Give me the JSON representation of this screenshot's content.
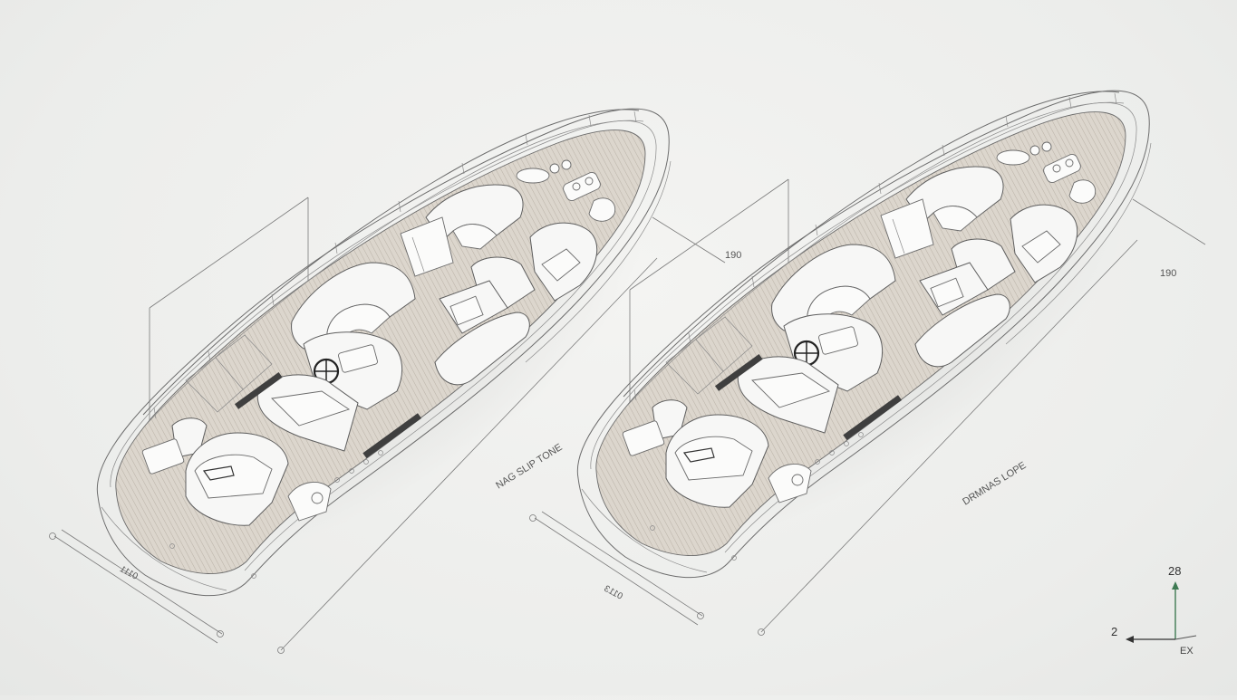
{
  "colors": {
    "background": "#ecedeb",
    "line": "#6d6d6d",
    "deck": "#d9d3ca",
    "axis_up": "#3e7a52"
  },
  "boats": [
    {
      "label": "NAG SLIP TONE",
      "dim_top": "190",
      "dim_bottom": "0111"
    },
    {
      "label": "DRMNAS LOPE",
      "dim_top": "190",
      "dim_bottom": "0113"
    }
  ],
  "axis": {
    "up_label": "28",
    "left_label": "2",
    "corner_label": "EX"
  }
}
